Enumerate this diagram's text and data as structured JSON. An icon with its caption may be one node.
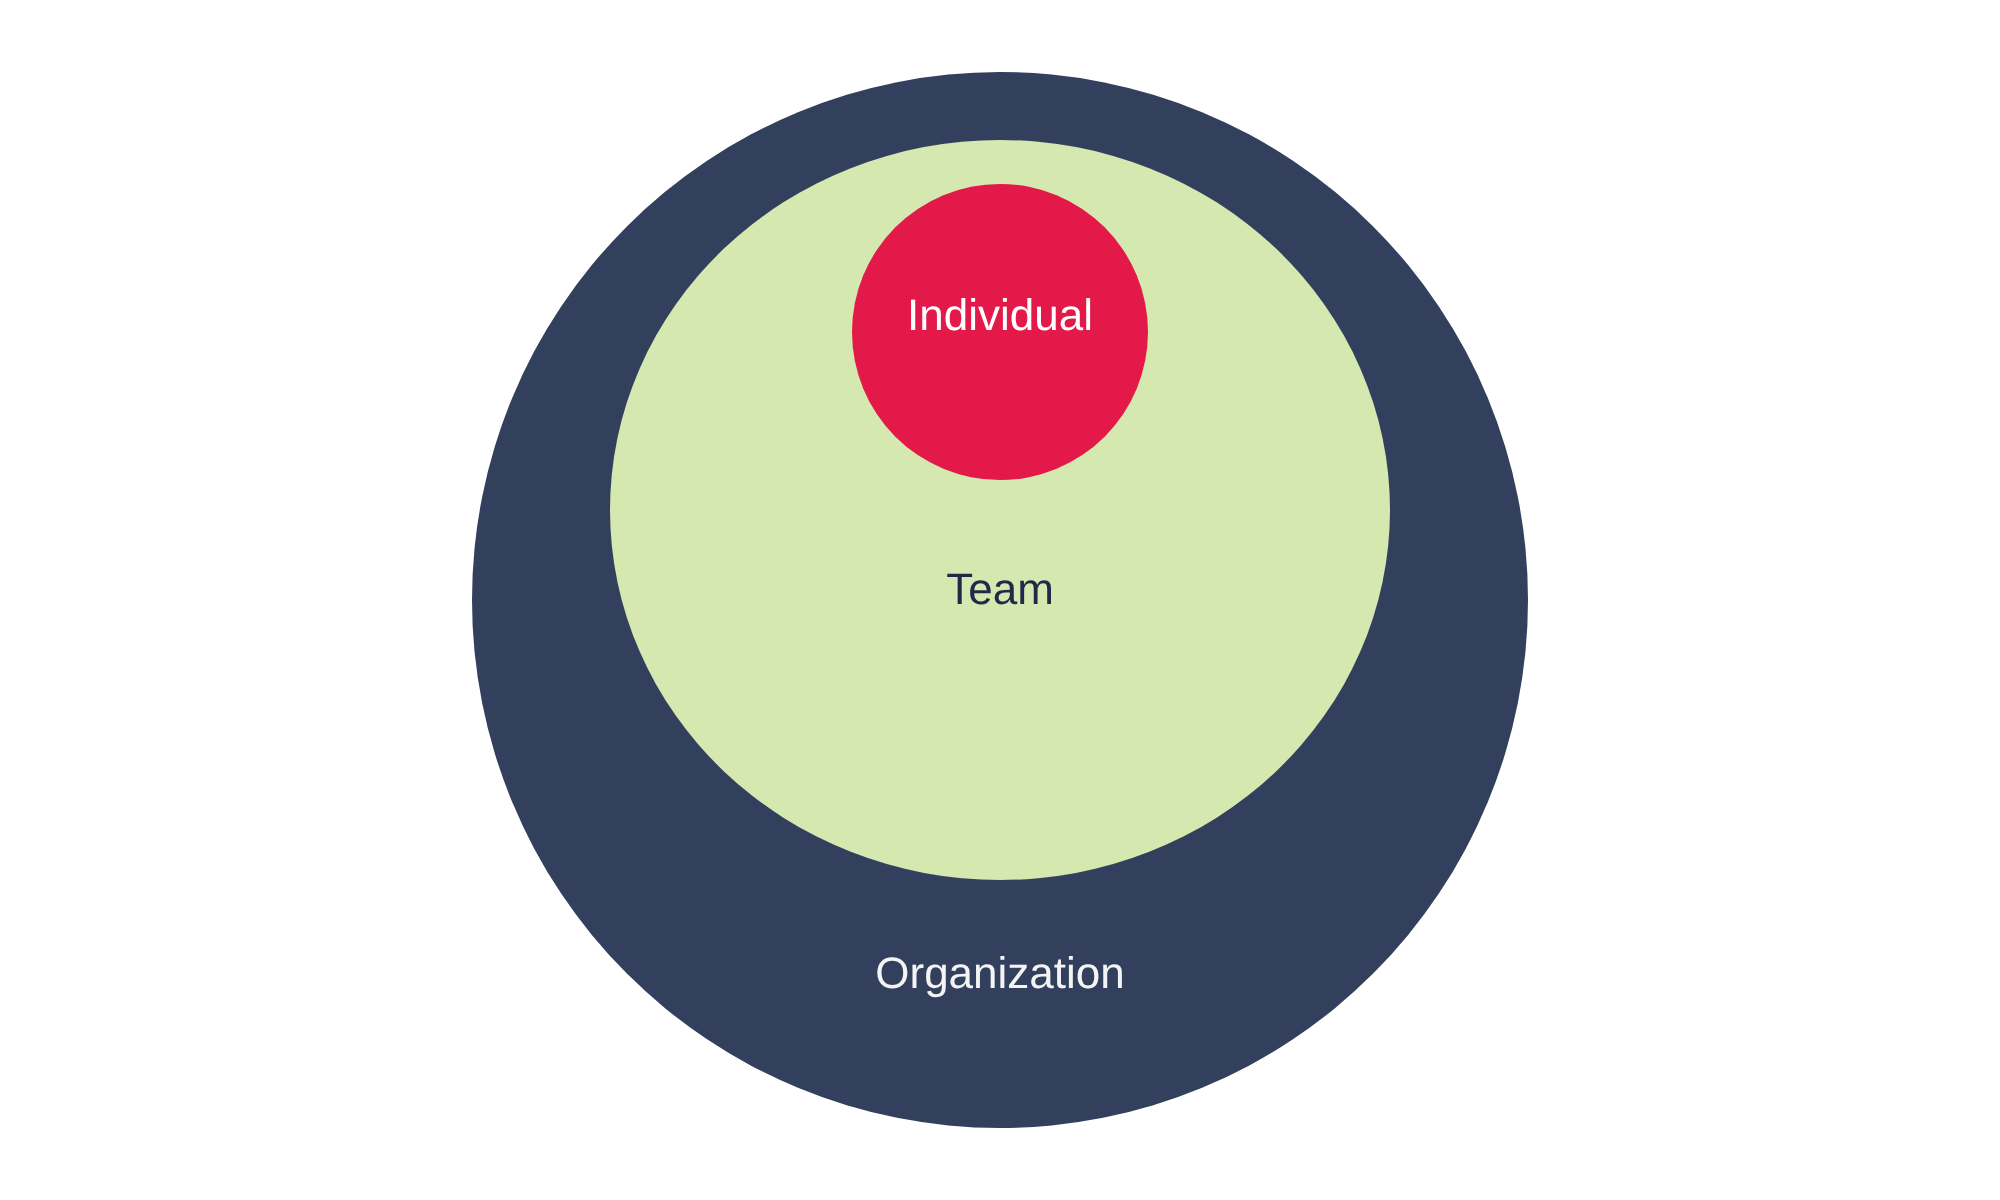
{
  "diagram": {
    "nodes": [
      {
        "text": [
          "Organization"
        ]
      },
      {
        "text": [
          "Team"
        ],
        "in": 0
      },
      {
        "text": [
          "Individual"
        ],
        "in": 1
      }
    ]
  }
}
